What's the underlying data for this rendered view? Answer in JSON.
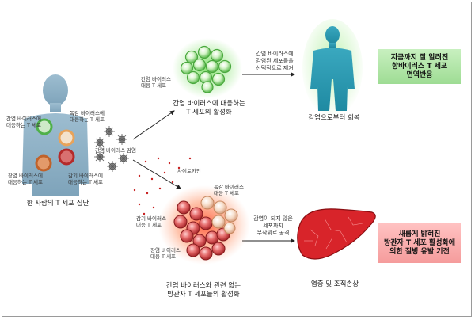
{
  "labels": {
    "person_caption": "한 사람의 T 세포 집단",
    "hep_tcell": [
      "간염 바이러스에",
      "대응하는 T 세포"
    ],
    "flu_tcell": [
      "독감 바이러스에",
      "대응하는 T 세포"
    ],
    "gut_tcell": [
      "장염 바이러스에",
      "대응하는 T 세포"
    ],
    "cold_tcell": [
      "감기 바이러스에",
      "대응하는 T 세포"
    ],
    "infection": "간염 바이러스 감염",
    "cytokine": "사이토카인",
    "cluster_green_label": [
      "간염 바이러스",
      "대응 T 세포"
    ],
    "cluster_green_caption": [
      "간염 바이러스에 대응하는",
      "T 세포의 활성화"
    ],
    "selective_removal": [
      "간염 바이러스에",
      "감염된 세포들을",
      "선택적으로 제거"
    ],
    "recovery": "감염으로부터 회복",
    "known_box": [
      "지금까지 잘 알려진",
      "항바이러스 T 세포",
      "면역반응"
    ],
    "cluster_red_flu": [
      "독감 바이러스",
      "대응 T 세포"
    ],
    "cluster_red_cold": [
      "감기 바이러스",
      "대응 T 세포"
    ],
    "cluster_red_gut": [
      "장염 바이러스",
      "대응 T 세포"
    ],
    "cluster_red_caption": [
      "간염 바이러스와 관련 없는",
      "방관자 T 세포들의 활성화"
    ],
    "indiscriminate_attack": [
      "감염이 되지 않은",
      "세포까지",
      "무작위로 공격"
    ],
    "damage": "염증 및 조직손상",
    "new_box": [
      "새롭게 밝혀진",
      "방관자 T 세포 활성화에",
      "의한 질병 유발 기전"
    ]
  },
  "colors": {
    "accent_green": "#5fcf4a",
    "accent_red": "#e8483a",
    "body_blue": "#8fb2c6",
    "recovered_teal": "#2a9db5",
    "liver_red": "#d8242a"
  },
  "icons": [
    "person-silhouette-icon",
    "virus-icon",
    "t-cell-cluster-icon",
    "recovered-person-icon",
    "liver-icon",
    "arrow-icon"
  ]
}
